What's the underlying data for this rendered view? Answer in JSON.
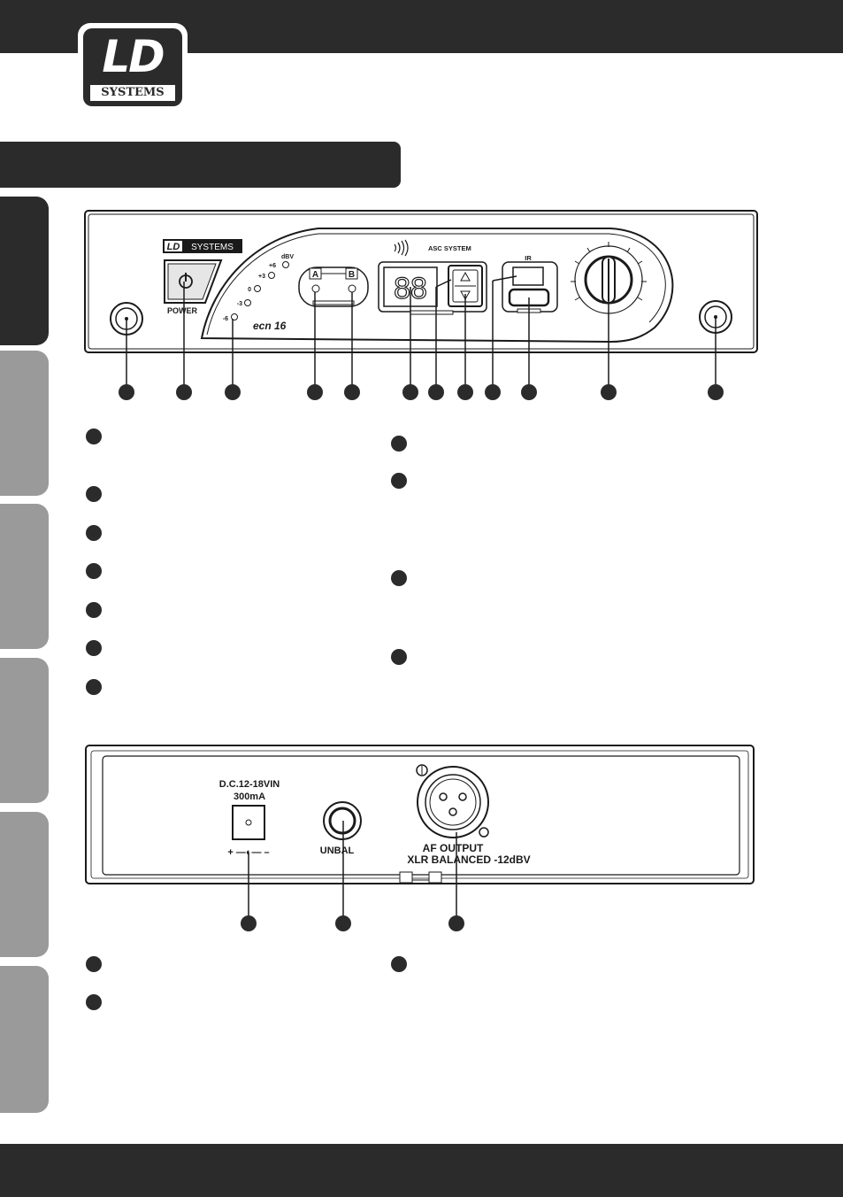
{
  "brand": {
    "logo_top": "LD",
    "logo_bottom": "SYSTEMS"
  },
  "front_panel": {
    "brand_ld": "LD",
    "brand_systems": "SYSTEMS",
    "power_label": "POWER",
    "level_unit": "dBV",
    "level_marks": [
      "+6",
      "+3",
      "0",
      "-3",
      "-6"
    ],
    "channel_a": "A",
    "channel_b": "B",
    "asc_label": "ASC SYSTEM",
    "ir_label": "IR",
    "series_logo": "ecn 16",
    "display_digits": "88"
  },
  "rear_panel": {
    "dc_label_line1": "D.C.12-18VIN",
    "dc_label_line2": "300mA",
    "polarity": "+ —◐— –",
    "unbal_label": "UNBAL",
    "af_output_line1": "AF OUTPUT",
    "af_output_line2": "XLR  BALANCED  -12dBV"
  },
  "colors": {
    "dark": "#2b2b2b",
    "tab_inactive": "#9a9a9a",
    "white": "#ffffff"
  }
}
